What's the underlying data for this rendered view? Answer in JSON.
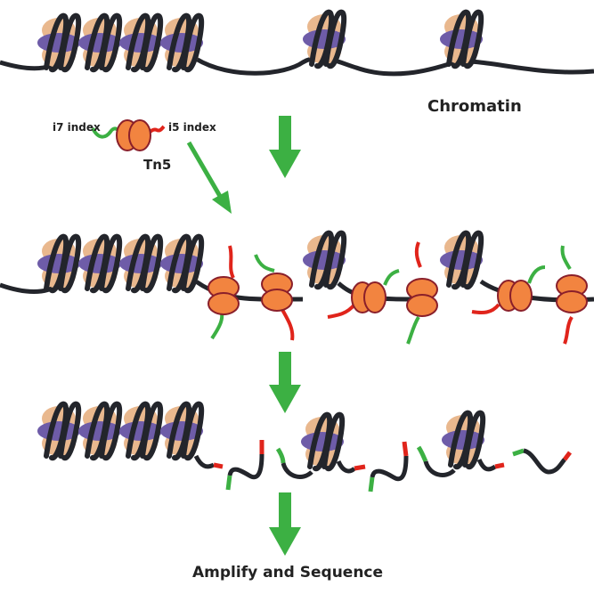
{
  "labels": {
    "chromatin": "Chromatin",
    "i7_index": "i7 index",
    "i5_index": "i5 index",
    "tn5": "Tn5",
    "final_step": "Amplify and Sequence"
  },
  "colors": {
    "dna": "#23252b",
    "histone_core": "#e9b88e",
    "histone_band": "#6e5ca8",
    "tn5_fill": "#f28440",
    "tn5_outline": "#8a1f2a",
    "i7_adapter": "#3cb043",
    "i5_adapter": "#e0241b",
    "arrow": "#3cb043"
  },
  "stages": [
    {
      "name": "intact-chromatin",
      "nucleosome_count": 6
    },
    {
      "name": "tn5-tagmentation",
      "nucleosome_count": 6,
      "tn5_count": 6
    },
    {
      "name": "tagmented-fragments",
      "nucleosome_count": 6,
      "fragment_count": 6
    }
  ]
}
